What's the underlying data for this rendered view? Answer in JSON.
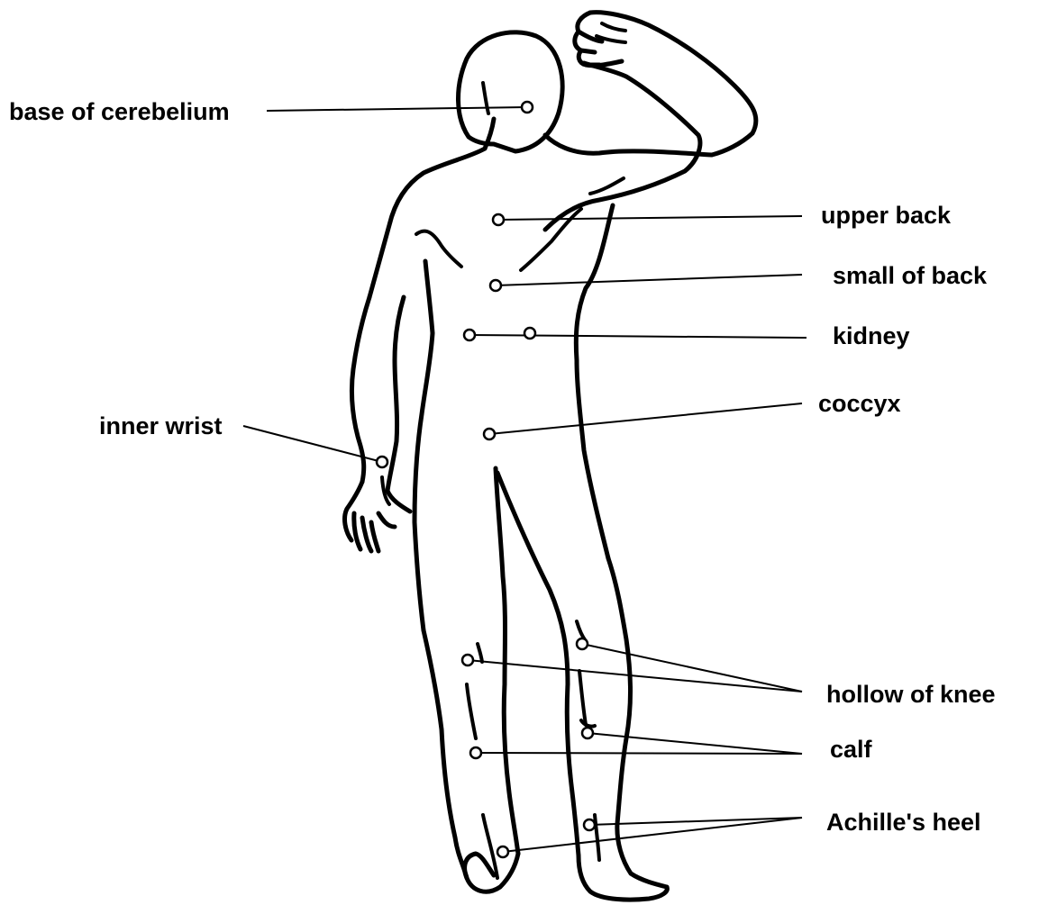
{
  "labels": {
    "base_of_cerebelium": "base of cerebelium",
    "upper_back": "upper back",
    "small_of_back": "small of back",
    "kidney": "kidney",
    "coccyx": "coccyx",
    "inner_wrist": "inner wrist",
    "hollow_of_knee": "hollow of knee",
    "calf": "calf",
    "achilles_heel": "Achille's heel"
  }
}
